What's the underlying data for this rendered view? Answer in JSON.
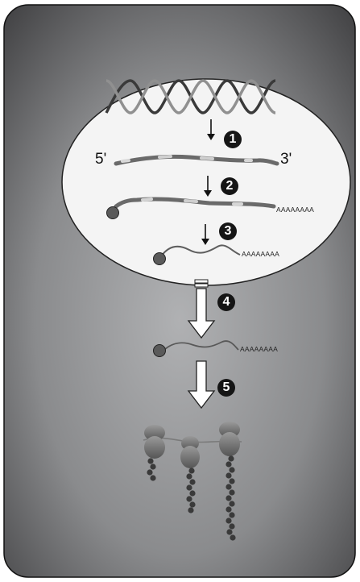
{
  "labels": {
    "five_prime": "5'",
    "three_prime": "3'",
    "poly_a": "AAAAAAAA"
  },
  "steps": [
    "1",
    "2",
    "3",
    "4",
    "5"
  ],
  "colors": {
    "panel_light": "#a9aaac",
    "panel_dark": "#3c3c3e",
    "circle": "#f4f4f4",
    "rna": "#6f6f6f",
    "cap": "#5a5a5a",
    "ribosome": "#595959"
  }
}
